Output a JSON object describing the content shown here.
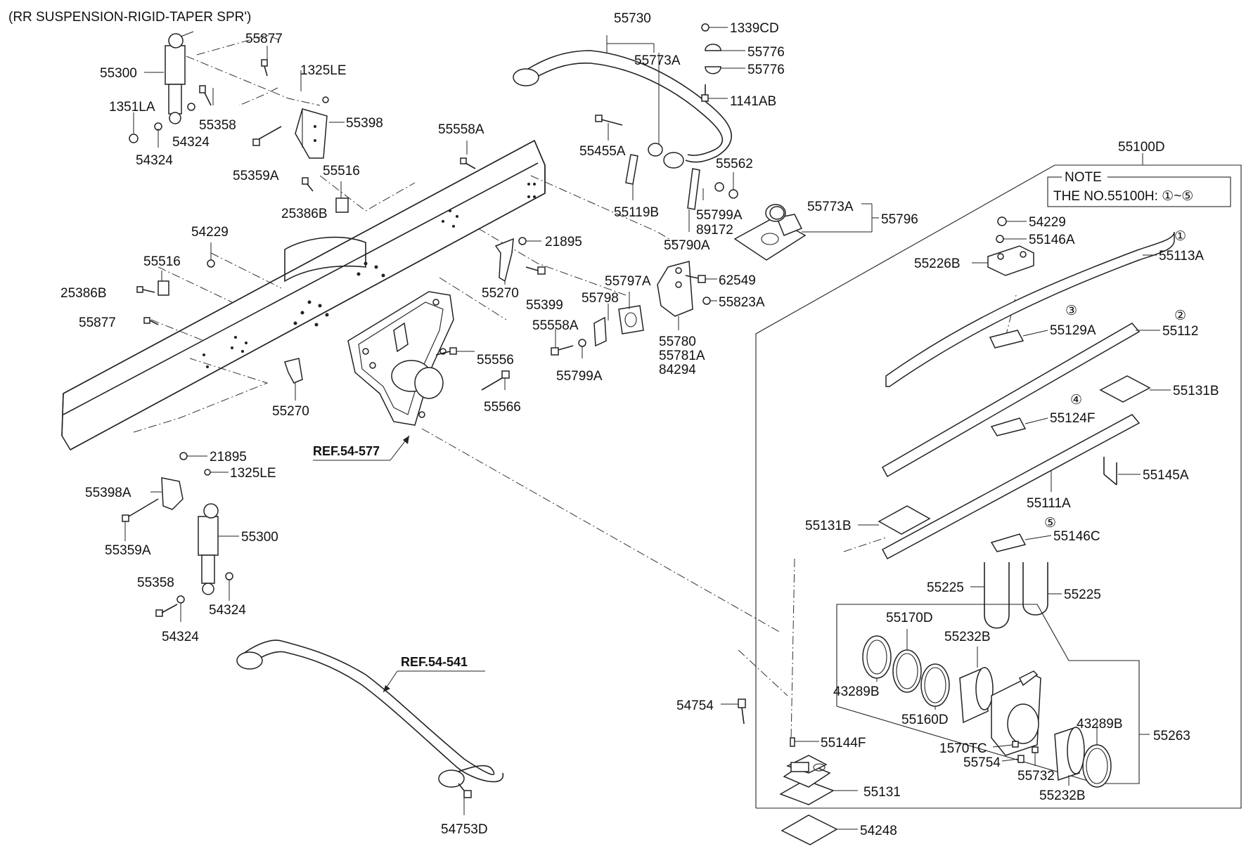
{
  "title": "(RR SUSPENSION-RIGID-TAPER SPR')",
  "note": {
    "heading": "NOTE",
    "text": "THE NO.55100H: ①~⑤"
  },
  "refs": {
    "ref1": "REF.54-577",
    "ref2": "REF.54-541"
  },
  "markers": {
    "m1": "①",
    "m2": "②",
    "m3": "③",
    "m4": "④",
    "m5": "⑤"
  },
  "labels": {
    "p55300a": "55300",
    "p55877a": "55877",
    "p1325lea": "1325LE",
    "p1351la": "1351LA",
    "p55358a": "55358",
    "p55398": "55398",
    "p54324a": "54324",
    "p54324b": "54324",
    "p55359aa": "55359A",
    "p55558aa": "55558A",
    "p55516a": "55516",
    "p25386ba": "25386B",
    "p54229a": "54229",
    "p55516b": "55516",
    "p25386bb": "25386B",
    "p55877b": "55877",
    "p21895a": "21895",
    "p55270a": "55270",
    "p55399": "55399",
    "p55556": "55556",
    "p55566": "55566",
    "p55270b": "55270",
    "p21895b": "21895",
    "p1325leb": "1325LE",
    "p55398a": "55398A",
    "p55359ab": "55359A",
    "p55300b": "55300",
    "p55358b": "55358",
    "p54324c": "54324",
    "p54324d": "54324",
    "p54753d": "54753D",
    "p55730": "55730",
    "p55773aa": "55773A",
    "p1339cd": "1339CD",
    "p55776a": "55776",
    "p55776b": "55776",
    "p1141ab": "1141AB",
    "p55455a": "55455A",
    "p55119b": "55119B",
    "p55562": "55562",
    "p55799aa": "55799A",
    "p89172": "89172",
    "p55790a": "55790A",
    "p55773ab": "55773A",
    "p55796": "55796",
    "p62549": "62549",
    "p55797a": "55797A",
    "p55798": "55798",
    "p55823a": "55823A",
    "p55558ab": "55558A",
    "p55799ab": "55799A",
    "p55780": "55780",
    "p55781a": "55781A",
    "p84294": "84294",
    "p55100d": "55100D",
    "p54229b": "54229",
    "p55146a": "55146A",
    "p55226b": "55226B",
    "p55113a": "55113A",
    "p55129a": "55129A",
    "p55112": "55112",
    "p55131ba": "55131B",
    "p55124f": "55124F",
    "p55145a": "55145A",
    "p55111a": "55111A",
    "p55131bb": "55131B",
    "p55146c": "55146C",
    "p55225a": "55225",
    "p55225b": "55225",
    "p55170d": "55170D",
    "p55232ba": "55232B",
    "p43289ba": "43289B",
    "p55160d": "55160D",
    "p54754": "54754",
    "p55144f": "55144F",
    "p1570tc": "1570TC",
    "p55754": "55754",
    "p55732": "55732",
    "p43289bb": "43289B",
    "p55263": "55263",
    "p55232bb": "55232B",
    "p55131": "55131",
    "p54248": "54248"
  }
}
